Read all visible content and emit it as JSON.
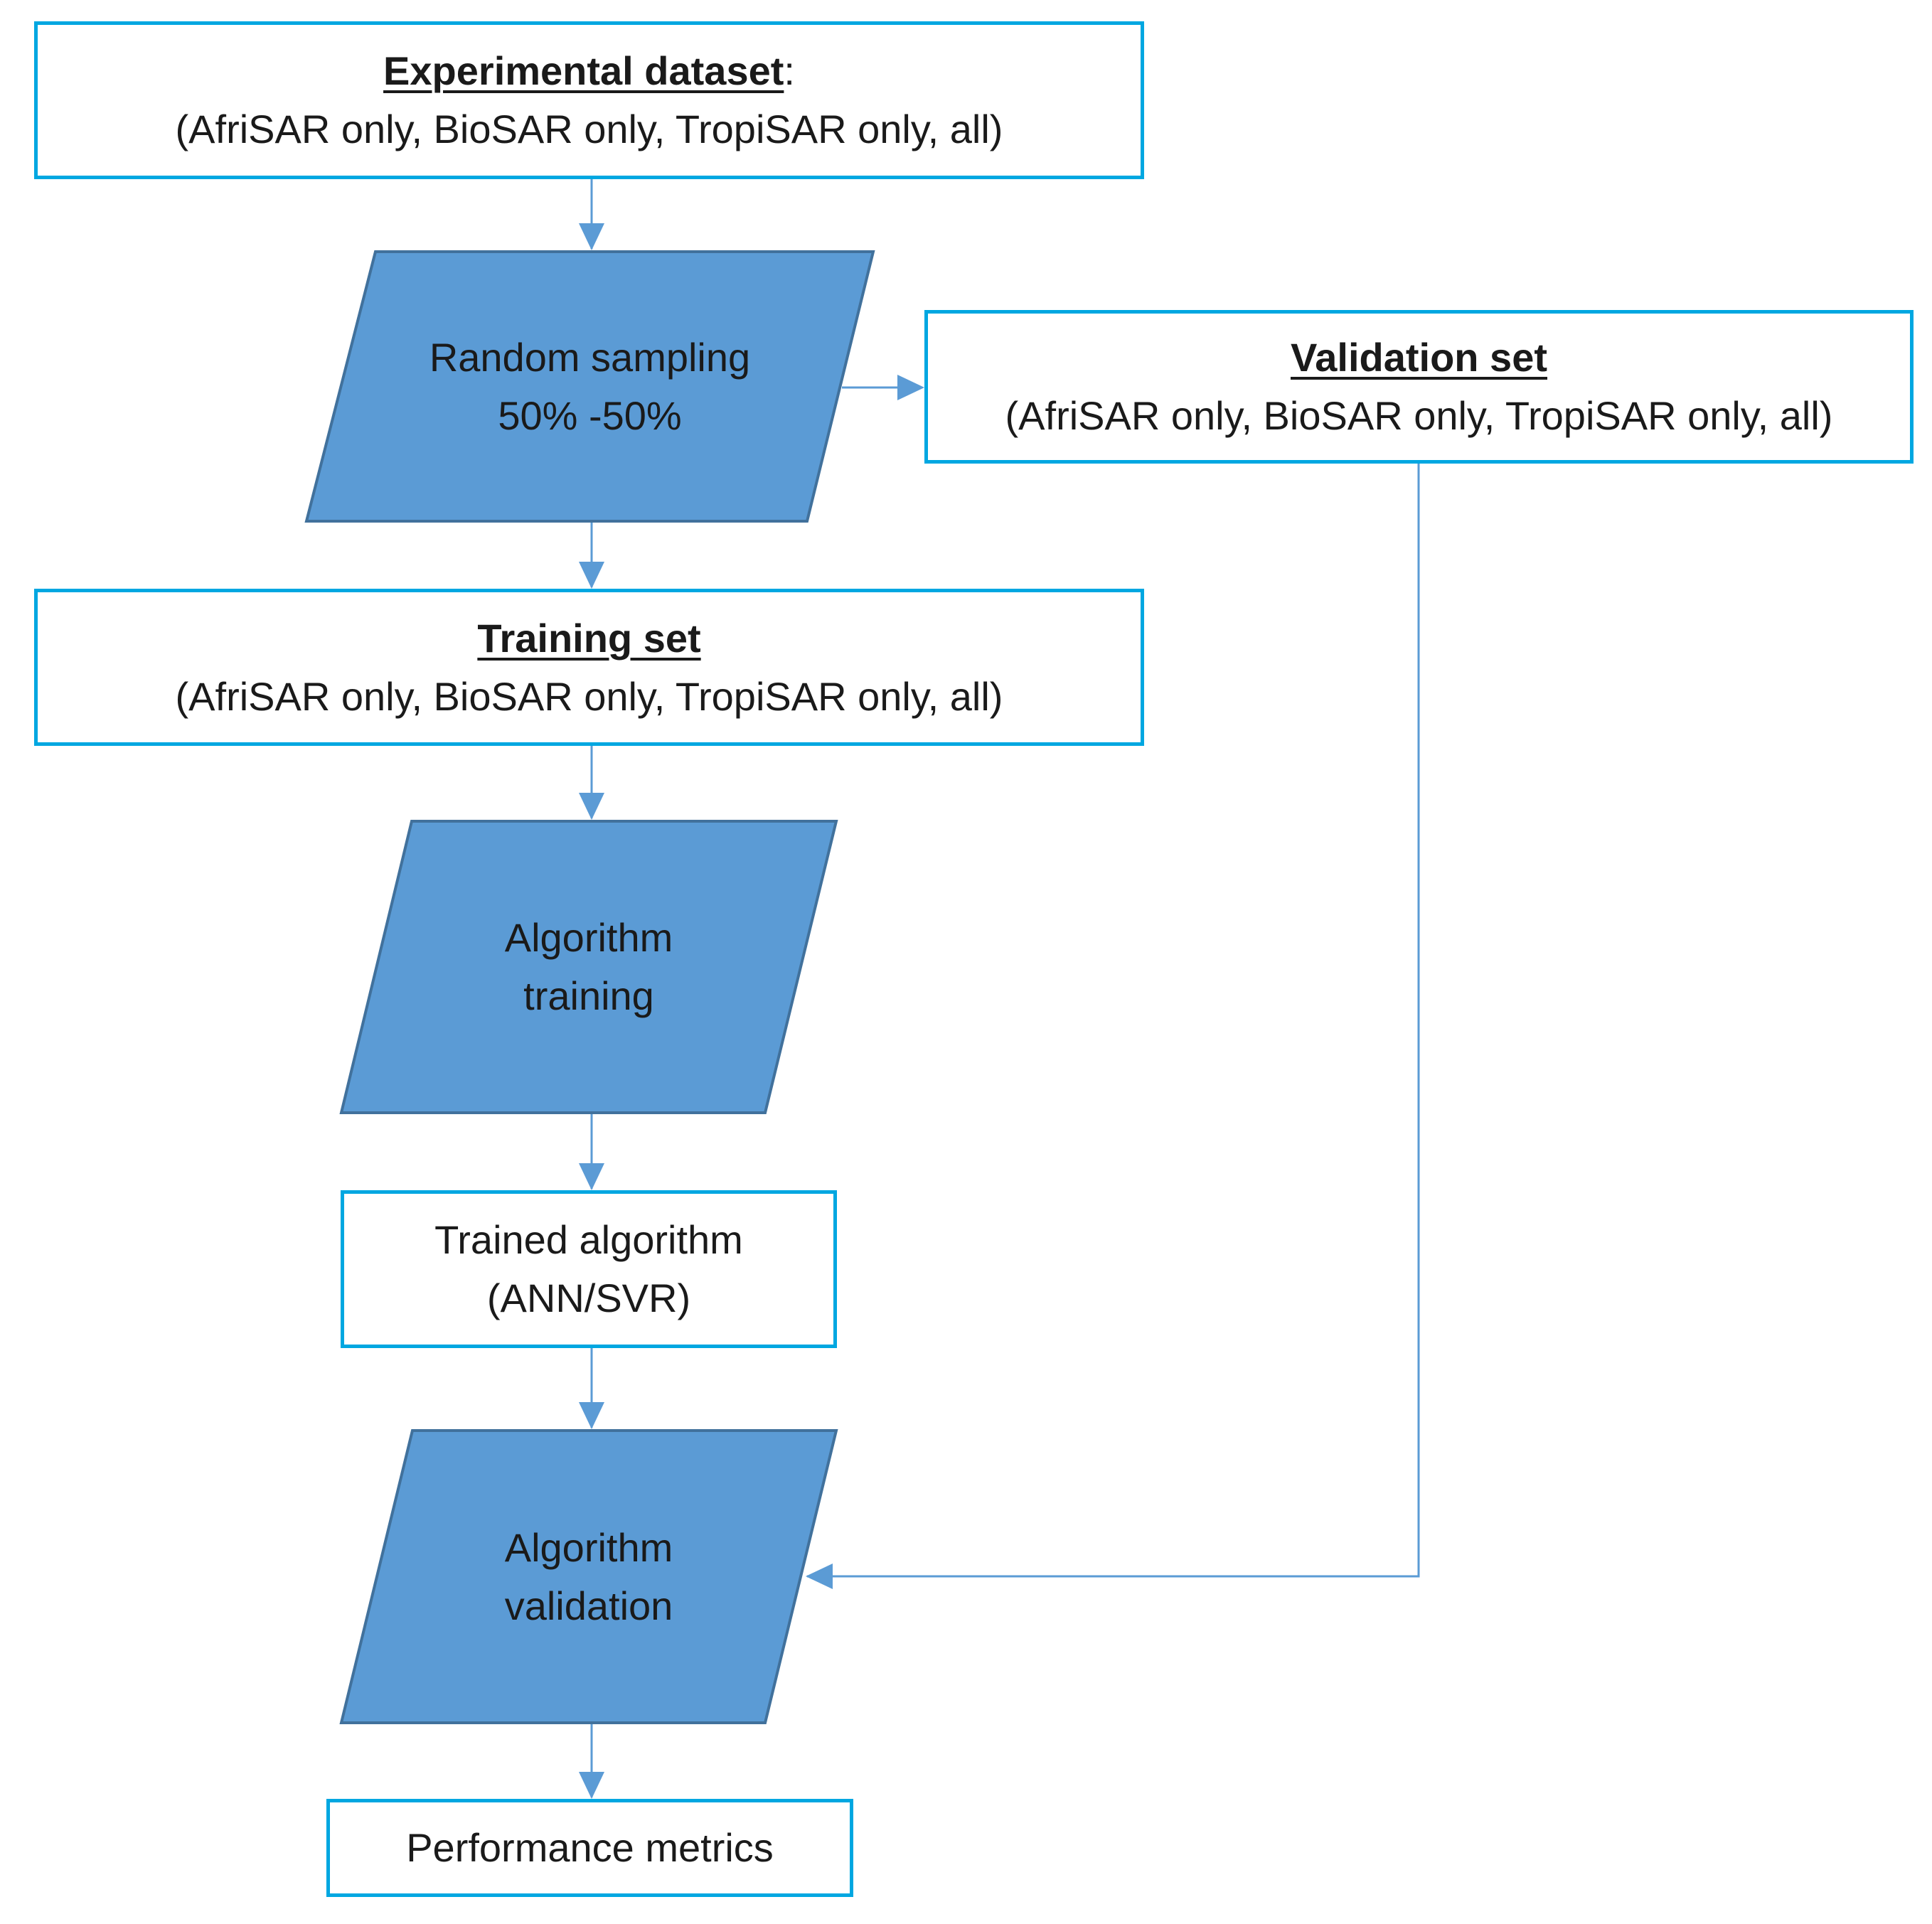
{
  "colors": {
    "box_border": "#00a7e1",
    "shape_fill": "#5b9bd5",
    "shape_border": "#41719c",
    "arrow": "#5b9bd5"
  },
  "experimental_dataset": {
    "title": "Experimental dataset",
    "title_suffix": ":",
    "subtitle": "(AfriSAR only, BioSAR only, TropiSAR only, all)"
  },
  "random_sampling": {
    "line1": "Random sampling",
    "line2": "50% -50%"
  },
  "validation_set": {
    "title": "Validation set",
    "subtitle": "(AfriSAR only, BioSAR only, TropiSAR only, all)"
  },
  "training_set": {
    "title": "Training set",
    "subtitle": "(AfriSAR only, BioSAR only, TropiSAR only, all)"
  },
  "algorithm_training": {
    "line1": "Algorithm",
    "line2": "training"
  },
  "trained_algorithm": {
    "line1": "Trained algorithm",
    "line2": "(ANN/SVR)"
  },
  "algorithm_validation": {
    "line1": "Algorithm",
    "line2": "validation"
  },
  "performance_metrics": {
    "label": "Performance metrics"
  }
}
